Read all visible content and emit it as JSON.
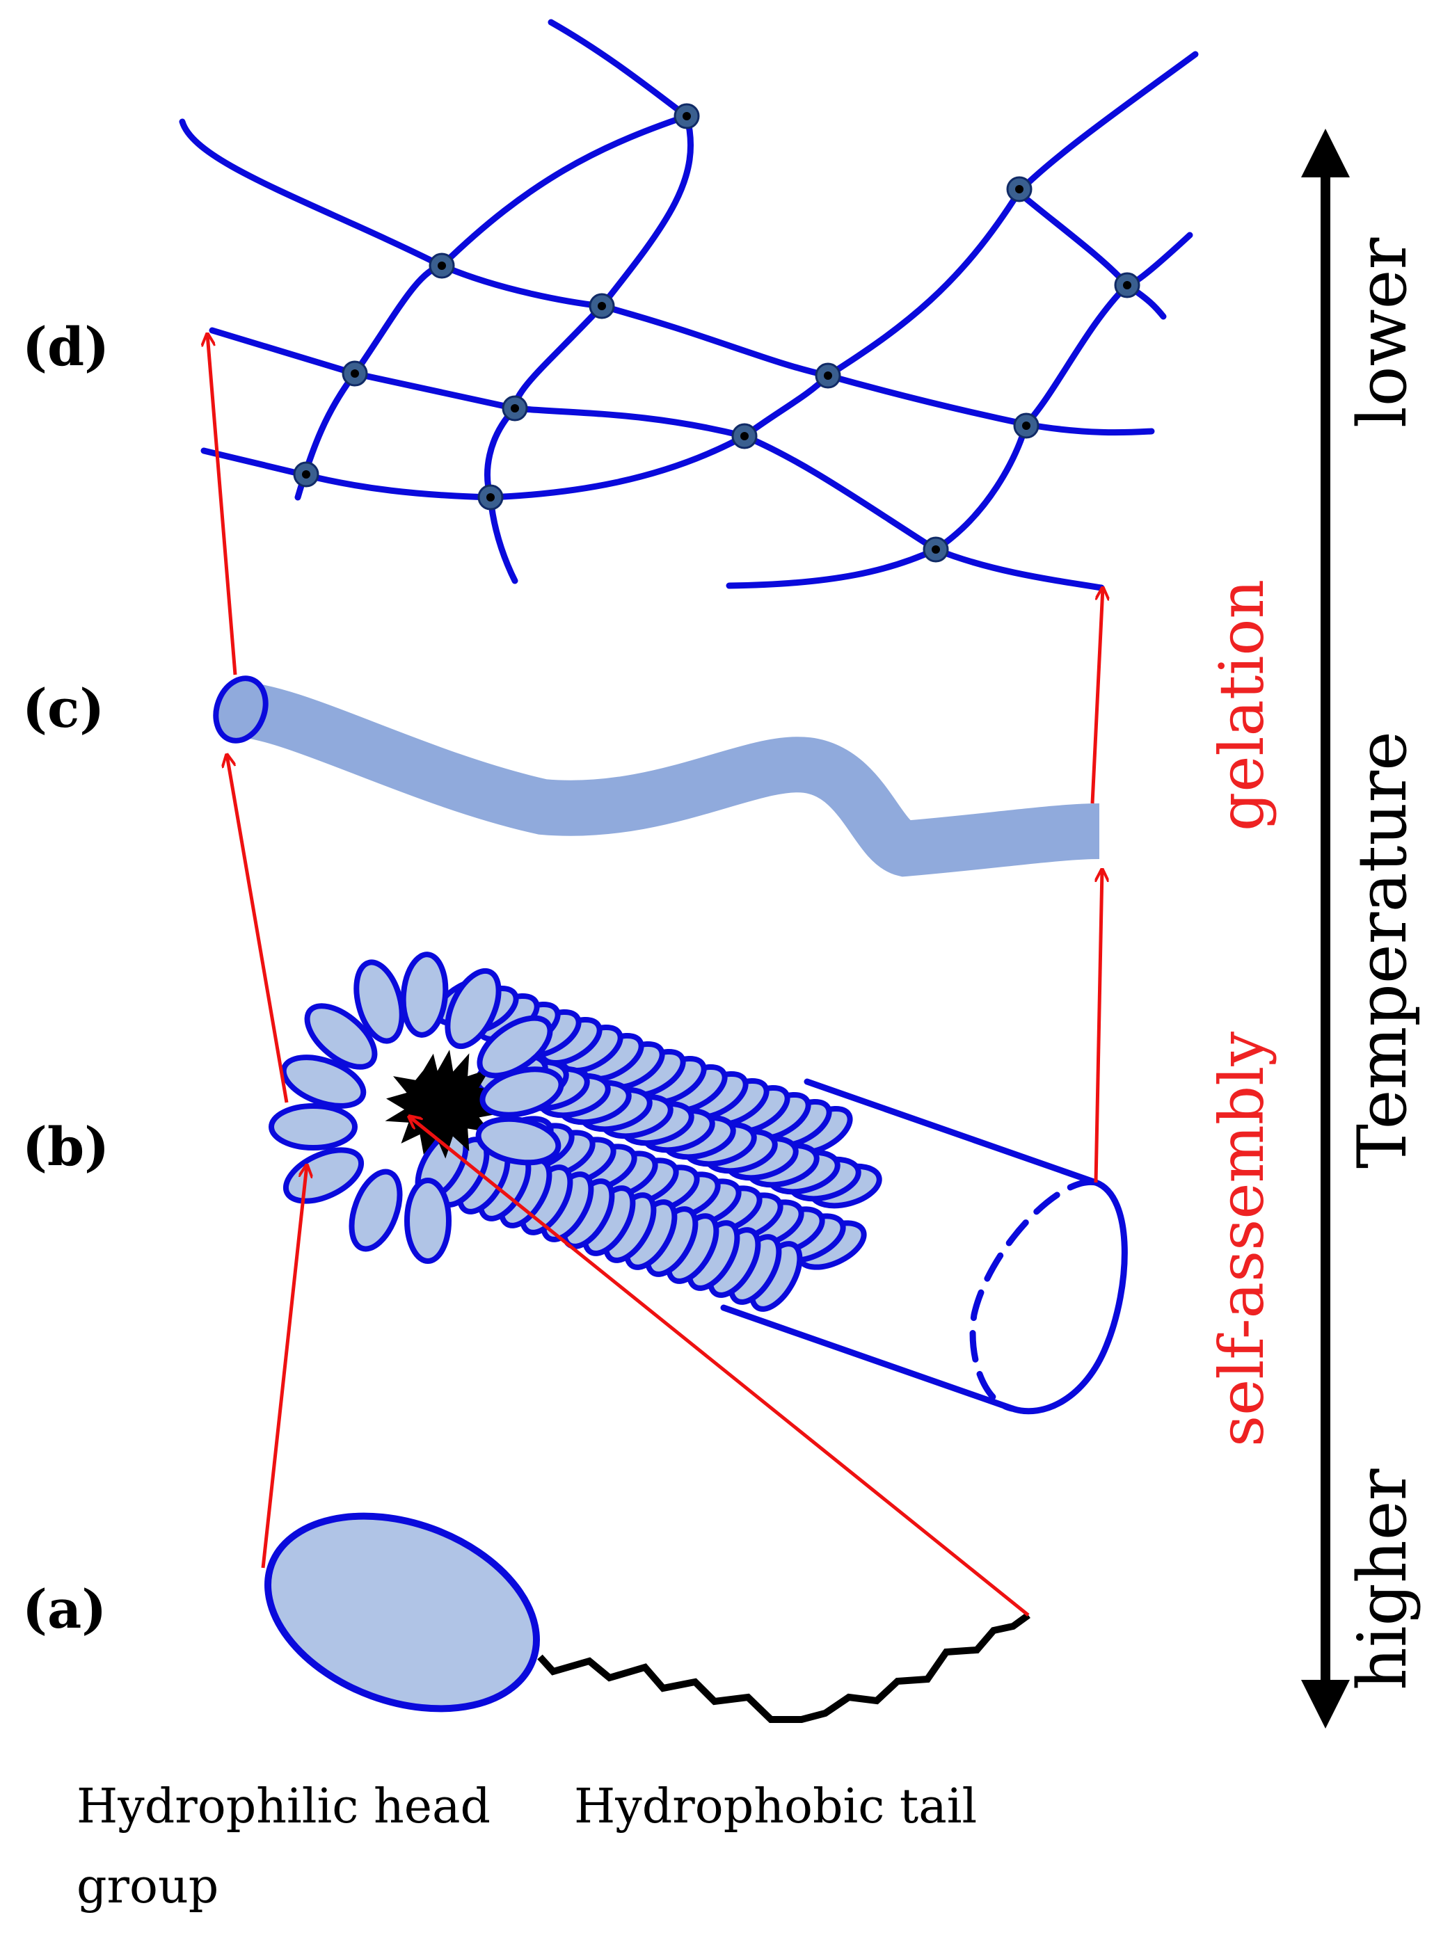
{
  "labels": {
    "stage_a": "(a)",
    "stage_b": "(b)",
    "stage_c": "(c)",
    "stage_d": "(d)",
    "head_line1": "Hydrophilic head",
    "head_line2": "group",
    "tail": "Hydrophobic tail",
    "self_assembly": "self-assembly",
    "gelation": "gelation",
    "temperature": "Temperature",
    "higher": "higher",
    "lower": "lower"
  },
  "colors": {
    "network_blue": "#0a0adc",
    "fiber_fill": "#90aadc",
    "head_fill": "#b0c4e6",
    "arrow_red": "#ee1111",
    "process_text_red": "#ee2222",
    "junction_ring": "#3a5f8f",
    "black": "#000000"
  },
  "icons": {
    "temperature_axis": "double-headed-arrow-icon",
    "junction": "crosslink-dot-icon"
  }
}
